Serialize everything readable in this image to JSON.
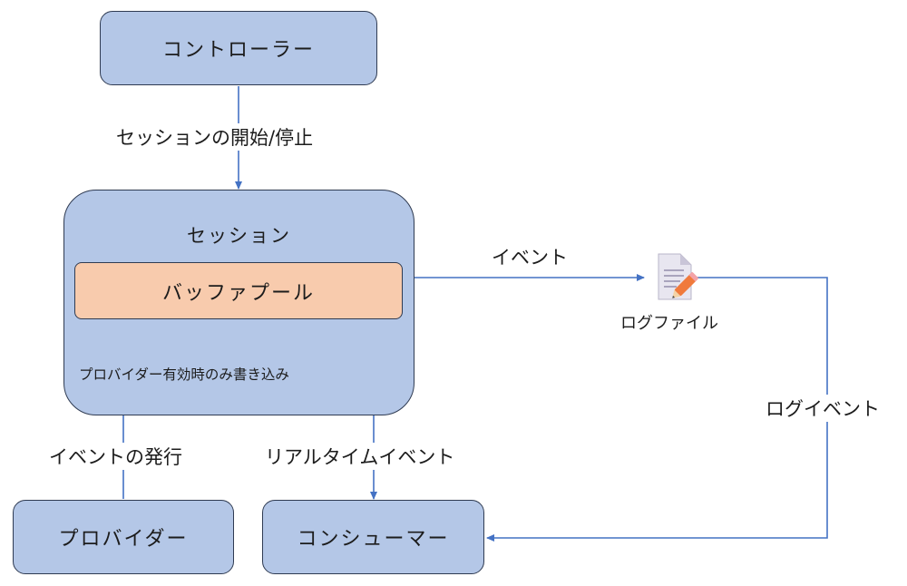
{
  "nodes": {
    "controller": "コントローラー",
    "session": "セッション",
    "buffer_pool": "バッファプール",
    "provider": "プロバイダー",
    "consumer": "コンシューマー",
    "log_file": "ログファイル"
  },
  "edges": {
    "session_start_stop": "セッションの開始/停止",
    "write_when_enabled": "プロバイダー有効時のみ書き込み",
    "emit_event": "イベントの発行",
    "realtime_event": "リアルタイムイベント",
    "event": "イベント",
    "log_event": "ログイベント"
  },
  "colors": {
    "box_fill": "#b4c7e7",
    "buffer_fill": "#f8cbad",
    "border": "#2f3b52",
    "arrow": "#4472c4"
  },
  "icons": {
    "log_file": "document-pencil-icon"
  }
}
